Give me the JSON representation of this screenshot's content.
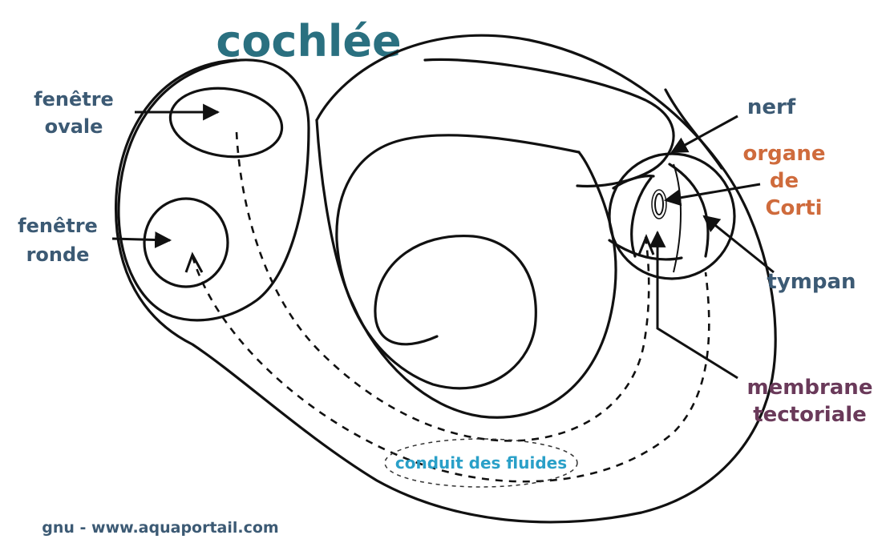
{
  "diagram": {
    "title": "cochlée",
    "labels": {
      "oval_window": [
        "fenêtre",
        "ovale"
      ],
      "round_window": [
        "fenêtre",
        "ronde"
      ],
      "nerve": "nerf",
      "organ_of_corti": [
        "organe",
        "de",
        "Corti"
      ],
      "tympanic": "tympan",
      "tectorial_membrane": [
        "membrane",
        "tectoriale"
      ],
      "fluid_duct": "conduit des fluides"
    },
    "credit": "gnu - www.aquaportail.com"
  },
  "colors": {
    "title": "#2a7080",
    "label_blue": "#3c5a74",
    "label_orange": "#cf6b3c",
    "label_purple": "#6a3a5a",
    "label_cyan": "#2aa0c8",
    "stroke": "#111111"
  }
}
